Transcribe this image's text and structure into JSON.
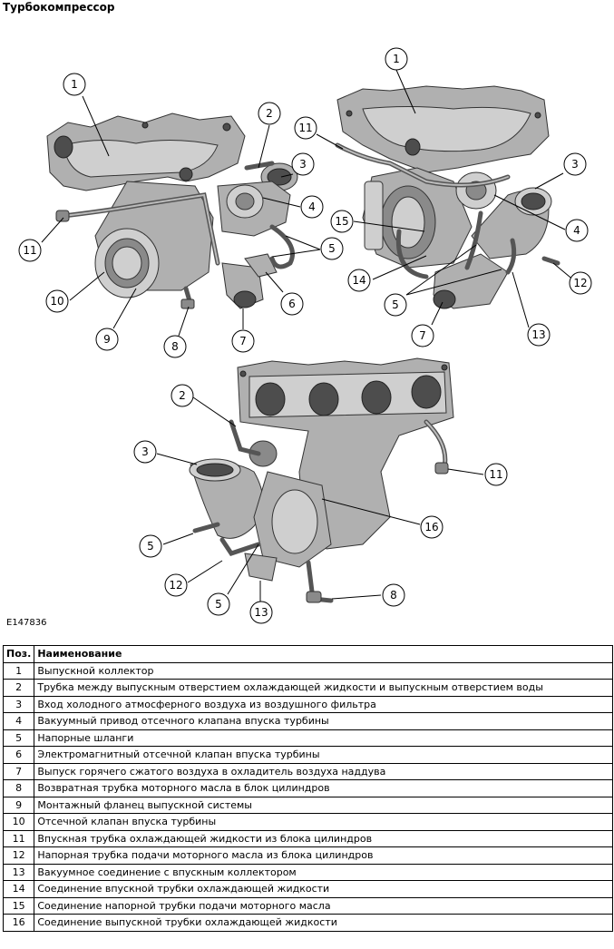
{
  "title": "Турбокомпрессор",
  "figure_code": "E147836",
  "table": {
    "col_pos": "Поз.",
    "col_name": "Наименование",
    "rows": [
      {
        "num": "1",
        "name": "Выпускной коллектор"
      },
      {
        "num": "2",
        "name": "Трубка между выпускным отверстием охлаждающей жидкости и выпускным отверстием воды"
      },
      {
        "num": "3",
        "name": "Вход холодного атмосферного воздуха из воздушного фильтра"
      },
      {
        "num": "4",
        "name": "Вакуумный привод отсечного клапана впуска турбины"
      },
      {
        "num": "5",
        "name": "Напорные шланги"
      },
      {
        "num": "6",
        "name": "Электромагнитный отсечной клапан впуска турбины"
      },
      {
        "num": "7",
        "name": "Выпуск горячего сжатого воздуха в охладитель воздуха наддува"
      },
      {
        "num": "8",
        "name": "Возвратная трубка моторного масла в блок цилиндров"
      },
      {
        "num": "9",
        "name": "Монтажный фланец выпускной системы"
      },
      {
        "num": "10",
        "name": "Отсечной клапан впуска турбины"
      },
      {
        "num": "11",
        "name": "Впускная трубка охлаждающей жидкости из блока цилиндров"
      },
      {
        "num": "12",
        "name": "Напорная трубка подачи моторного масла из блока цилиндров"
      },
      {
        "num": "13",
        "name": "Вакуумное соединение с впускным коллектором"
      },
      {
        "num": "14",
        "name": "Соединение впускной трубки охлаждающей жидкости"
      },
      {
        "num": "15",
        "name": "Соединение напорной трубки подачи моторного масла"
      },
      {
        "num": "16",
        "name": "Соединение выпускной трубки охлаждающей жидкости"
      }
    ]
  },
  "callouts": {
    "v1": {
      "c1": "1",
      "c2": "2",
      "c3": "3",
      "c4": "4",
      "c5": "5",
      "c6": "6",
      "c7": "7",
      "c8": "8",
      "c9": "9",
      "c10": "10",
      "c11": "11"
    },
    "v2": {
      "c1": "1",
      "c3": "3",
      "c4": "4",
      "c5": "5",
      "c7": "7",
      "c11": "11",
      "c12": "12",
      "c13": "13",
      "c14": "14",
      "c15": "15"
    },
    "v3": {
      "c2": "2",
      "c3": "3",
      "c5a": "5",
      "c5b": "5",
      "c8": "8",
      "c11": "11",
      "c12": "12",
      "c13": "13",
      "c16": "16"
    }
  }
}
